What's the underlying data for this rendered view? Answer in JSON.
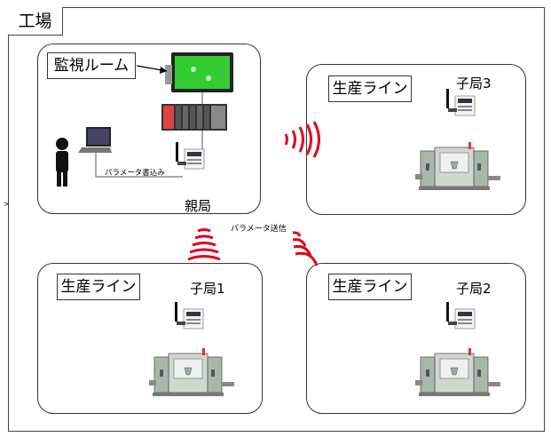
{
  "factory": {
    "title": "工場"
  },
  "monitor_room": {
    "label": "監視ルーム",
    "parent_label": "親局",
    "param_write_label": "パラメータ書込み"
  },
  "lines": [
    {
      "label": "生産ライン",
      "child_label": "子局3"
    },
    {
      "label": "生産ライン",
      "child_label": "子局1"
    },
    {
      "label": "生産ライン",
      "child_label": "子局2"
    }
  ],
  "transmission": {
    "label": "パラメータ送信",
    "wave_color": "#e3001b"
  }
}
